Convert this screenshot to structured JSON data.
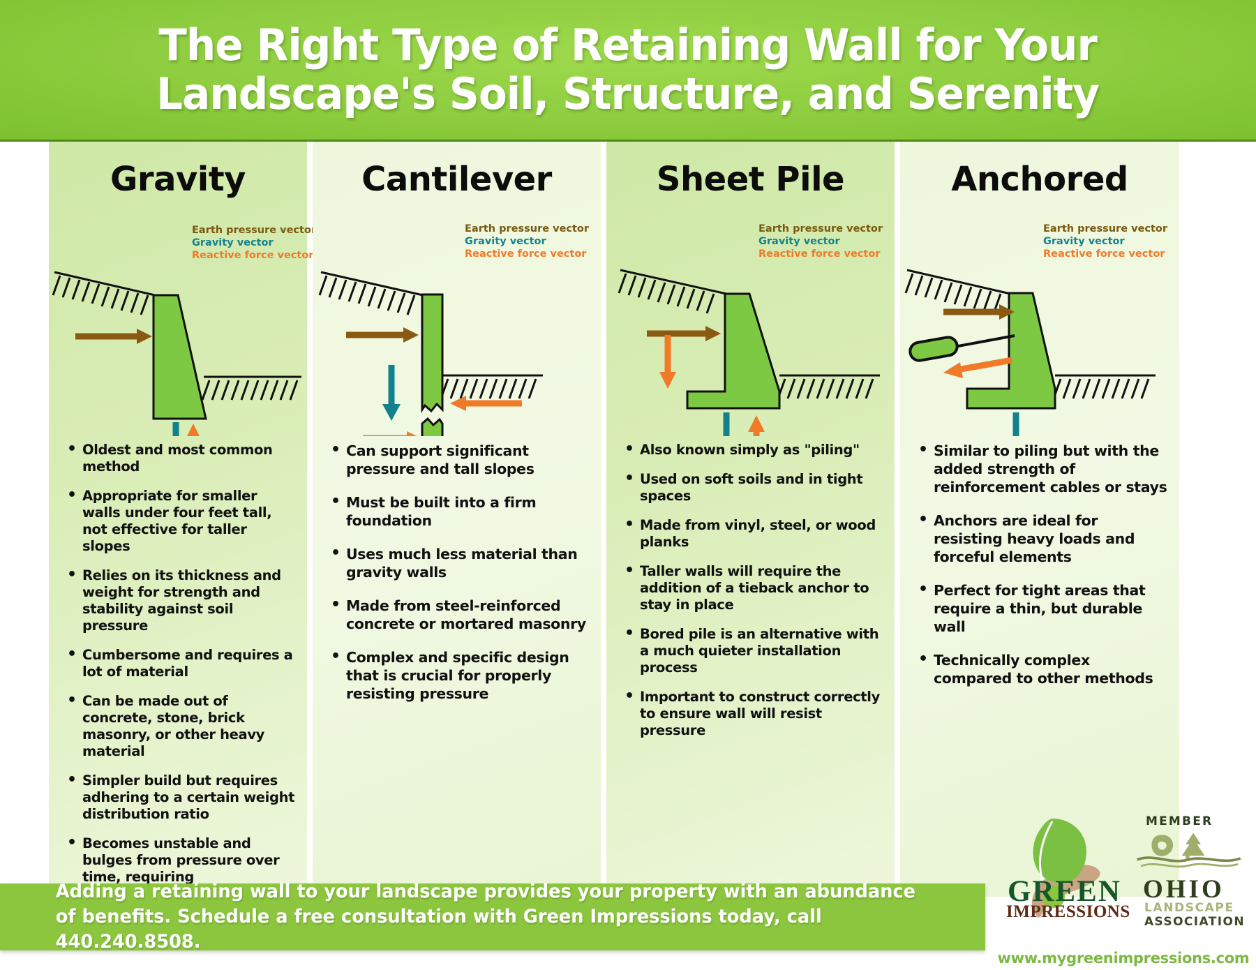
{
  "header": {
    "title_line1": "The Right Type of Retaining Wall for Your",
    "title_line2": "Landscape's Soil, Structure, and Serenity"
  },
  "legend": {
    "earth": "Earth pressure vector",
    "gravity": "Gravity vector",
    "reactive": "Reactive force vector"
  },
  "colors": {
    "header_green": "#8dcd3f",
    "panel_green": "#cfe8a7",
    "panel_light": "#eef7dc",
    "wall_fill": "#7ec943",
    "earth_arrow": "#8a5a12",
    "gravity_arrow": "#13818c",
    "reactive_arrow": "#f07a28",
    "footer_green": "#8cc63e",
    "website_green": "#7cb843",
    "gi_dark_green": "#16572a",
    "gi_brown": "#5c2b16",
    "ola_dark": "#2f3d1f",
    "ola_sage": "#a8b47a"
  },
  "columns": [
    {
      "title": "Gravity",
      "bullets": [
        "Oldest and most common method",
        "Appropriate for smaller walls under four feet tall, not effective for taller slopes",
        "Relies on its thickness and weight for strength and stability against soil pressure",
        "Cumbersome and requires a lot of material",
        "Can be made out of concrete, stone, brick masonry, or other heavy material",
        "Simpler build but requires adhering to a certain weight distribution ratio",
        "Becomes unstable and bulges from pressure over time, requiring reconstruction"
      ]
    },
    {
      "title": "Cantilever",
      "bullets": [
        "Can support significant pressure and tall slopes",
        "Must be built into a firm foundation",
        "Uses much less material than gravity walls",
        "Made from steel-reinforced concrete or mortared masonry",
        "Complex and specific design that is crucial for properly resisting pressure"
      ]
    },
    {
      "title": "Sheet Pile",
      "bullets": [
        "Also known simply as \"piling\"",
        "Used on soft soils and in tight spaces",
        "Made from vinyl, steel, or wood planks",
        "Taller walls will require the addition of a tieback anchor to stay in place",
        "Bored pile is an alternative with a much quieter installation process",
        "Important to construct correctly to ensure wall will resist pressure"
      ]
    },
    {
      "title": "Anchored",
      "bullets": [
        "Similar to piling but with the added strength of reinforcement cables or stays",
        "Anchors are ideal for resisting heavy loads and forceful elements",
        "Perfect for tight areas that require a thin, but durable wall",
        "Technically complex compared to other methods"
      ]
    }
  ],
  "footer": {
    "text": "Adding a retaining wall to your landscape provides your property with an abundance of benefits. Schedule a free consultation with Green Impressions today, call 440.240.8508."
  },
  "logos": {
    "green_impressions": {
      "line1": "GREEN",
      "line2": "IMPRESSIONS"
    },
    "ohio_landscape": {
      "member": "MEMBER",
      "line1": "OHIO",
      "line2": "LANDSCAPE",
      "line3": "ASSOCIATION"
    },
    "website": "www.mygreenimpressions.com"
  }
}
